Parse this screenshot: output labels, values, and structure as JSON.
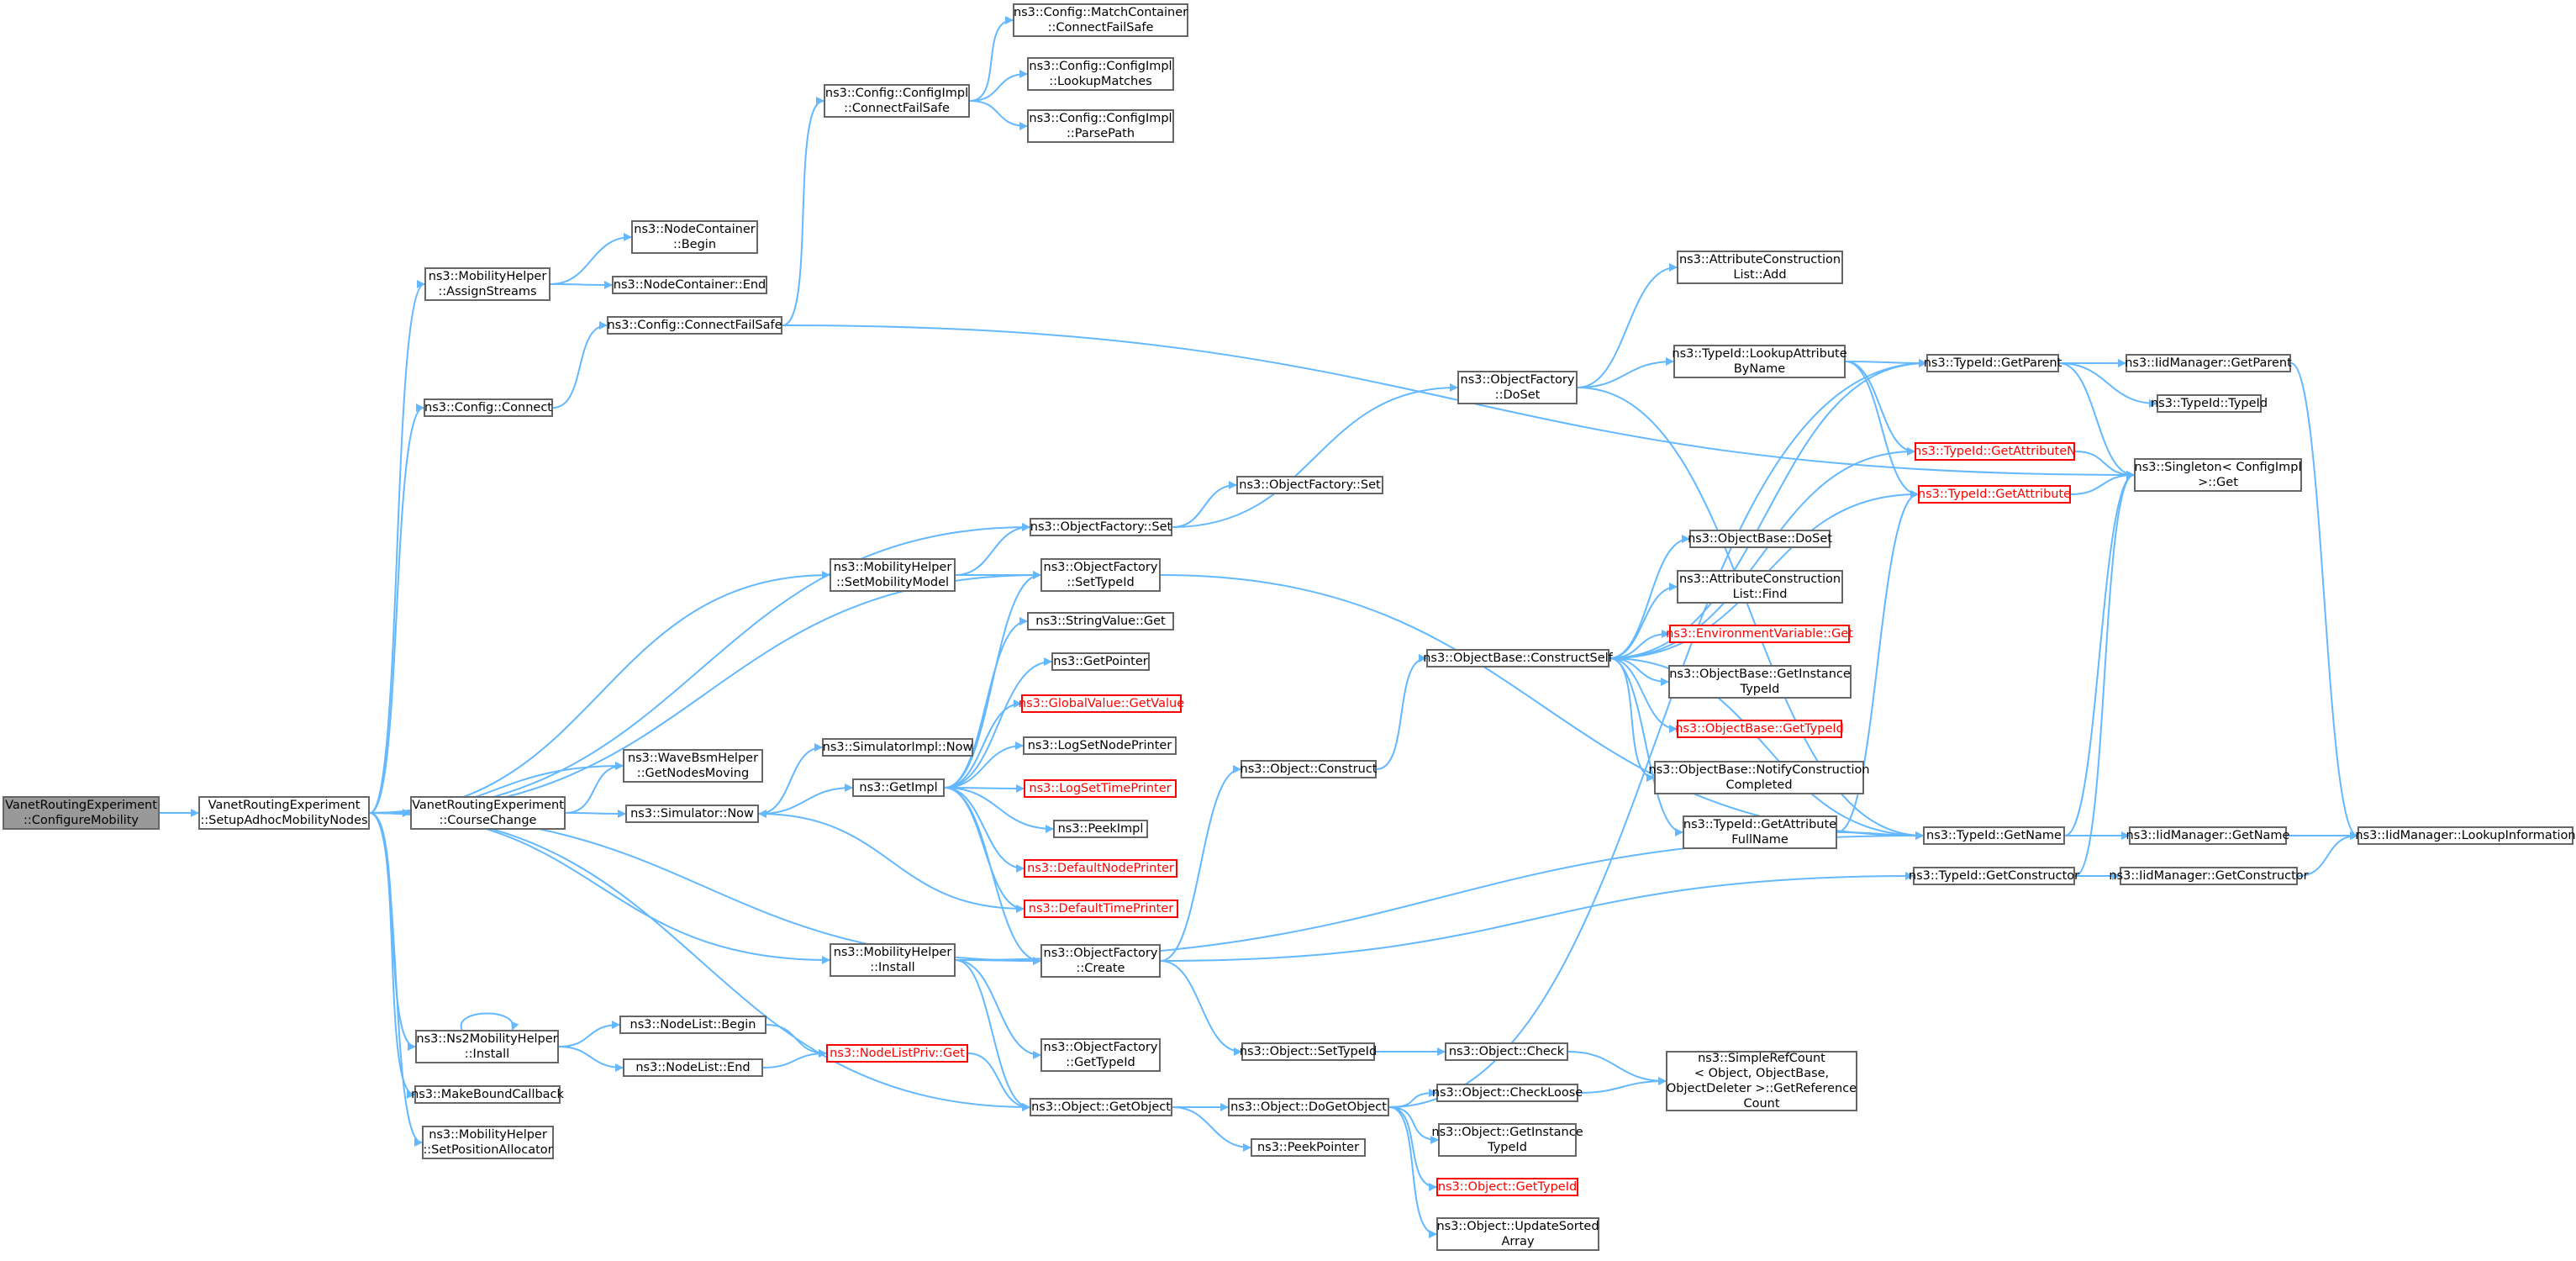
{
  "colors": {
    "edge": "#63b8ff",
    "node_border": "#666666",
    "highlight_border": "#ff0000",
    "root_fill": "#999999"
  },
  "nodes": {
    "root": "VanetRoutingExperiment\n::ConfigureMobility",
    "setup": "VanetRoutingExperiment\n::SetupAdhocMobilityNodes",
    "course": "VanetRoutingExperiment\n::CourseChange",
    "mh_assign": "ns3::MobilityHelper\n::AssignStreams",
    "nc_begin": "ns3::NodeContainer\n::Begin",
    "nc_end": "ns3::NodeContainer::End",
    "cfg_cfs": "ns3::Config::ConnectFailSafe",
    "cfg_connect": "ns3::Config::Connect",
    "cfgimpl_cfs": "ns3::Config::ConfigImpl\n::ConnectFailSafe",
    "mc_cfs": "ns3::Config::MatchContainer\n::ConnectFailSafe",
    "cfgimpl_lookup": "ns3::Config::ConfigImpl\n::LookupMatches",
    "cfgimpl_parse": "ns3::Config::ConfigImpl\n::ParsePath",
    "of_set": "ns3::ObjectFactory::Set",
    "of_set2": "ns3::ObjectFactory::Set",
    "mh_setmm": "ns3::MobilityHelper\n::SetMobilityModel",
    "of_settypeid": "ns3::ObjectFactory\n::SetTypeId",
    "sv_get": "ns3::StringValue::Get",
    "getpointer": "ns3::GetPointer",
    "gv_getvalue": "ns3::GlobalValue::GetValue",
    "logsetnode": "ns3::LogSetNodePrinter",
    "logsettime": "ns3::LogSetTimePrinter",
    "peekimpl": "ns3::PeekImpl",
    "defnode": "ns3::DefaultNodePrinter",
    "deftime": "ns3::DefaultTimePrinter",
    "wave": "ns3::WaveBsmHelper\n::GetNodesMoving",
    "simimpl_now": "ns3::SimulatorImpl::Now",
    "getimpl": "ns3::GetImpl",
    "sim_now": "ns3::Simulator::Now",
    "mh_install": "ns3::MobilityHelper\n::Install",
    "of_create": "ns3::ObjectFactory\n::Create",
    "ns2_install": "ns3::Ns2MobilityHelper\n::Install",
    "nl_begin": "ns3::NodeList::Begin",
    "nl_end": "ns3::NodeList::End",
    "nlpriv_get": "ns3::NodeListPriv::Get",
    "makebound": "ns3::MakeBoundCallback",
    "mh_setpos": "ns3::MobilityHelper\n::SetPositionAllocator",
    "of_gettypeid": "ns3::ObjectFactory\n::GetTypeId",
    "obj_getobject": "ns3::Object::GetObject",
    "obj_dogetobject": "ns3::Object::DoGetObject",
    "peekpointer": "ns3::PeekPointer",
    "obj_settypeid": "ns3::Object::SetTypeId",
    "obj_check": "ns3::Object::Check",
    "obj_checkloose": "ns3::Object::CheckLoose",
    "obj_getinst": "ns3::Object::GetInstance\nTypeId",
    "obj_gettypeid": "ns3::Object::GetTypeId",
    "obj_updsorted": "ns3::Object::UpdateSorted\nArray",
    "simpleref": "ns3::SimpleRefCount\n< Object, ObjectBase,\nObjectDeleter >::GetReference\nCount",
    "obj_construct": "ns3::Object::Construct",
    "of_doset": "ns3::ObjectFactory\n::DoSet",
    "attrcl_add": "ns3::AttributeConstruction\nList::Add",
    "tid_lookupattr": "ns3::TypeId::LookupAttribute\nByName",
    "ob_constructself": "ns3::ObjectBase::ConstructSelf",
    "ob_doset": "ns3::ObjectBase::DoSet",
    "attrcl_find": "ns3::AttributeConstruction\nList::Find",
    "envvar_get": "ns3::EnvironmentVariable::Get",
    "ob_getinst": "ns3::ObjectBase::GetInstance\nTypeId",
    "ob_gettypeid": "ns3::ObjectBase::GetTypeId",
    "ob_notify": "ns3::ObjectBase::NotifyConstruction\nCompleted",
    "tid_getattrfull": "ns3::TypeId::GetAttribute\nFullName",
    "tid_getparent": "ns3::TypeId::GetParent",
    "tid_getattrn": "ns3::TypeId::GetAttributeN",
    "tid_getattr": "ns3::TypeId::GetAttribute",
    "tid_getname": "ns3::TypeId::GetName",
    "tid_getctor": "ns3::TypeId::GetConstructor",
    "iid_getparent": "ns3::IidManager::GetParent",
    "tid_typeid": "ns3::TypeId::TypeId",
    "singleton": "ns3::Singleton< ConfigImpl\n>::Get",
    "iid_getname": "ns3::IidManager::GetName",
    "iid_getctor": "ns3::IidManager::GetConstructor",
    "iid_lookup": "ns3::IidManager::LookupInformation"
  }
}
